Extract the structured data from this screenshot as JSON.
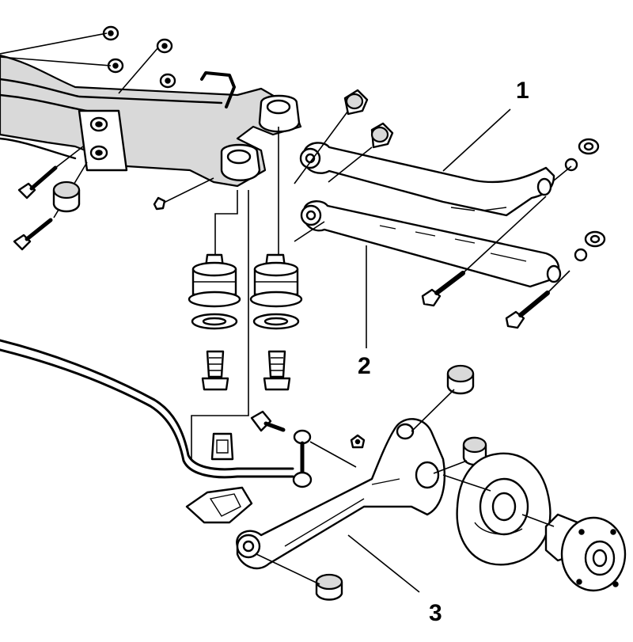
{
  "diagram": {
    "callouts": [
      {
        "id": "1",
        "text": "1"
      },
      {
        "id": "2",
        "text": "2"
      },
      {
        "id": "3",
        "text": "3"
      }
    ]
  }
}
